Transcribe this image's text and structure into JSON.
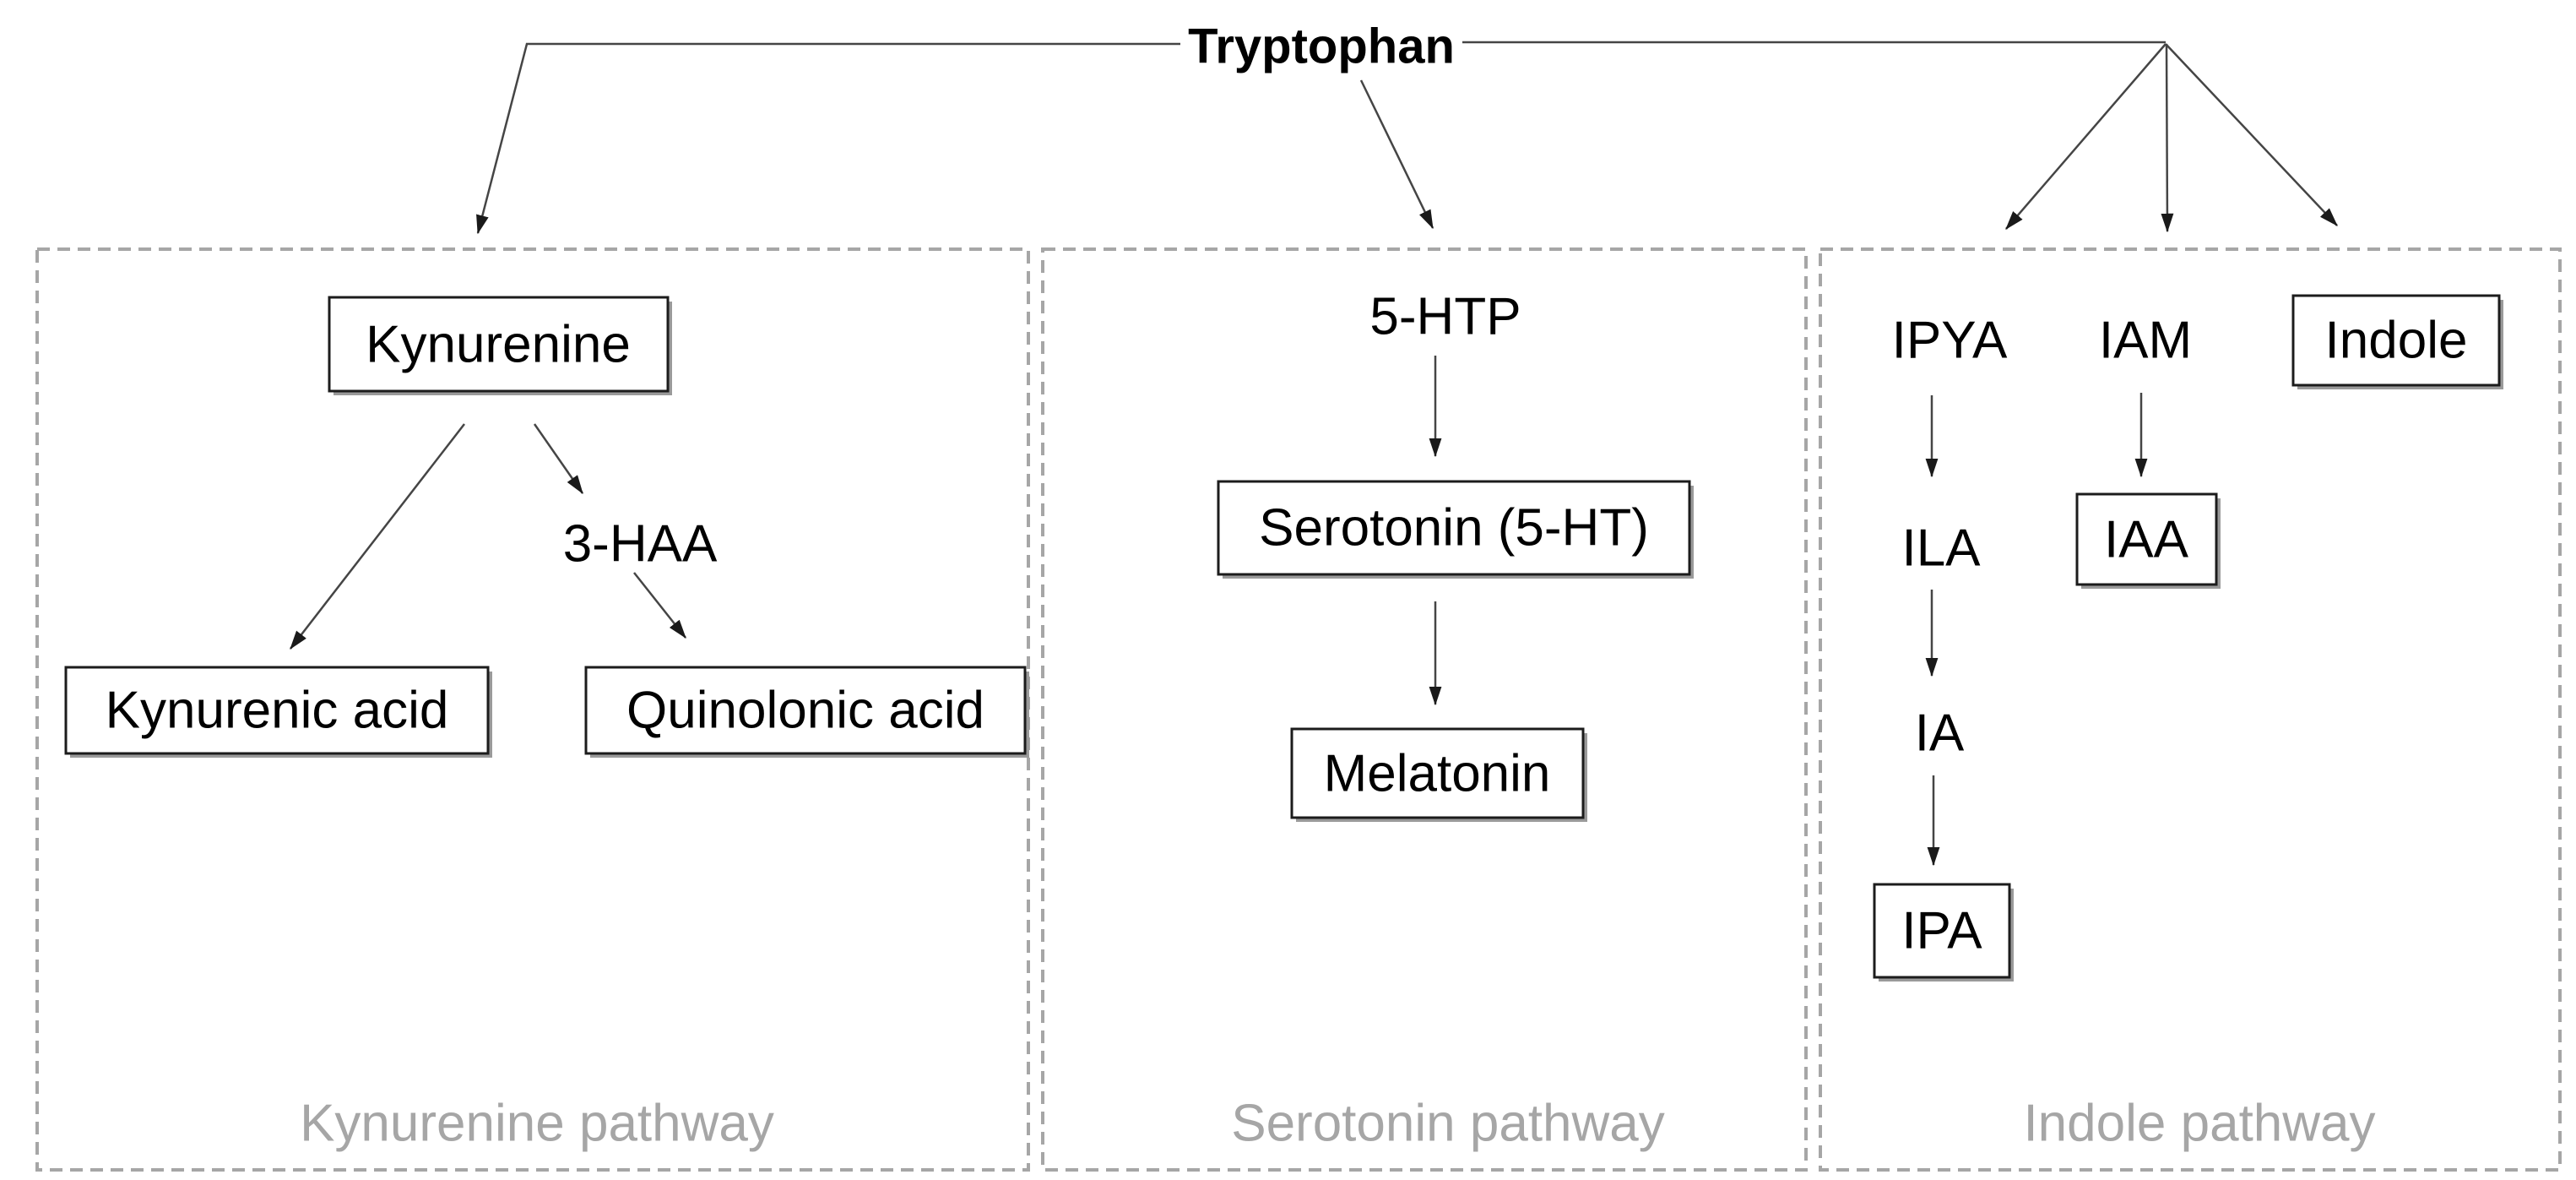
{
  "diagram": {
    "title": "Tryptophan",
    "pathways": [
      {
        "name": "Kynurenine pathway"
      },
      {
        "name": "Serotonin pathway"
      },
      {
        "name": "Indole pathway"
      }
    ],
    "nodes": {
      "kynurenine": "Kynurenine",
      "haa": "3-HAA",
      "kynurenic_acid": "Kynurenic acid",
      "quinolonic_acid": "Quinolonic acid",
      "htp5": "5-HTP",
      "serotonin": "Serotonin (5-HT)",
      "melatonin": "Melatonin",
      "ipya": "IPYA",
      "iam": "IAM",
      "indole": "Indole",
      "ila": "ILA",
      "ia": "IA",
      "ipa": "IPA",
      "iaa": "IAA"
    },
    "edges": [
      {
        "from": "Tryptophan",
        "to": "Kynurenine"
      },
      {
        "from": "Tryptophan",
        "to": "5-HTP"
      },
      {
        "from": "Tryptophan",
        "to": "IPYA"
      },
      {
        "from": "Tryptophan",
        "to": "IAM"
      },
      {
        "from": "Tryptophan",
        "to": "Indole"
      },
      {
        "from": "Kynurenine",
        "to": "Kynurenic acid"
      },
      {
        "from": "Kynurenine",
        "to": "3-HAA"
      },
      {
        "from": "3-HAA",
        "to": "Quinolonic acid"
      },
      {
        "from": "5-HTP",
        "to": "Serotonin (5-HT)"
      },
      {
        "from": "Serotonin (5-HT)",
        "to": "Melatonin"
      },
      {
        "from": "IPYA",
        "to": "ILA"
      },
      {
        "from": "ILA",
        "to": "IA"
      },
      {
        "from": "IA",
        "to": "IPA"
      },
      {
        "from": "IAM",
        "to": "IAA"
      }
    ],
    "colors": {
      "background": "#ffffff",
      "text": "#000000",
      "connector": "#454545",
      "box_border": "#1c1c1c",
      "box_fill": "#ffffff",
      "box_shadow": "#9a9a9a",
      "dashed_border": "#a6a6a6",
      "pathway_label": "#a6a6a6"
    }
  }
}
